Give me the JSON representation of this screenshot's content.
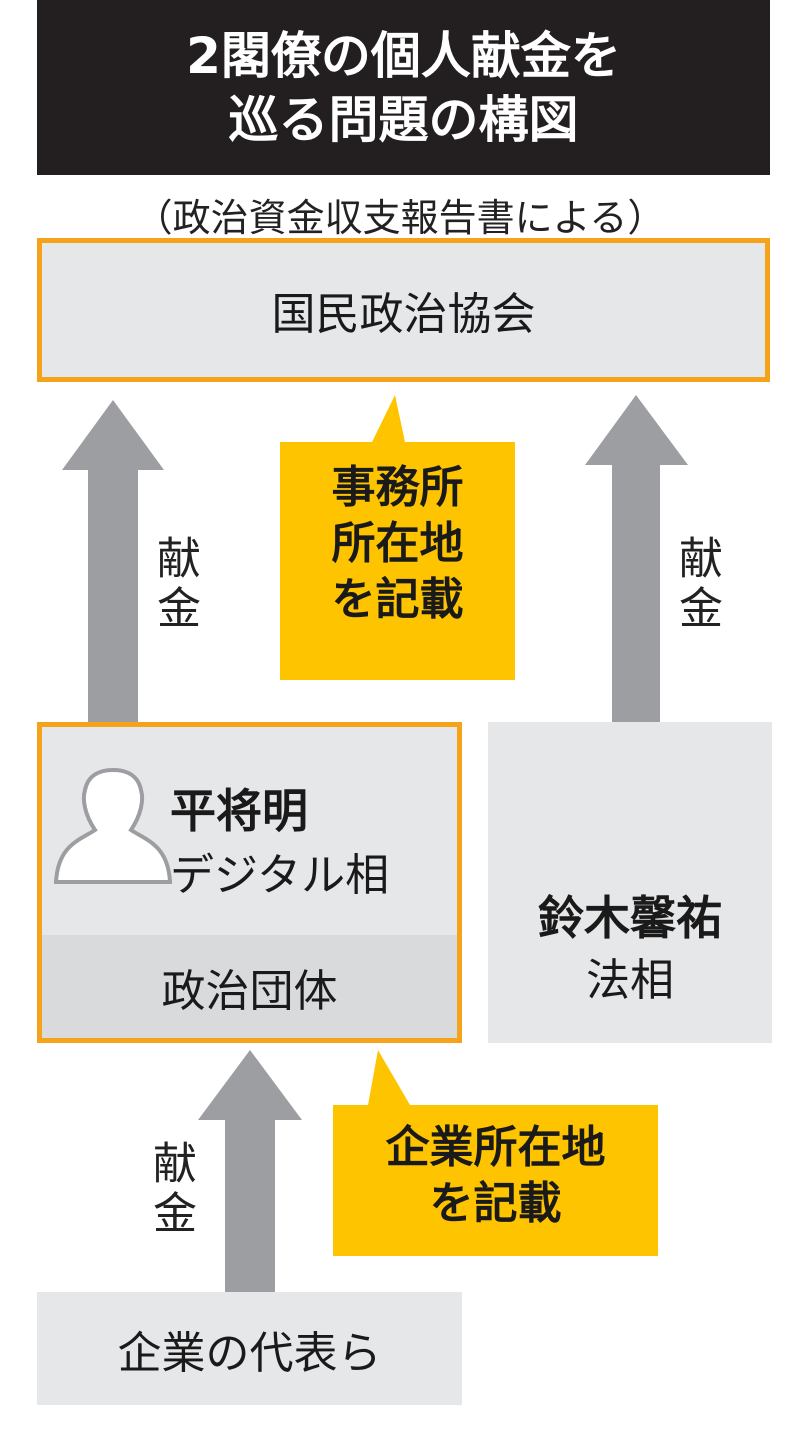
{
  "title": {
    "line1": "2閣僚の個人献金を",
    "line2": "巡る問題の構図"
  },
  "subtitle": "（政治資金収支報告書による）",
  "top_org": "国民政治協会",
  "donation_label": "献金",
  "callout_office": {
    "line1": "事務所",
    "line2": "所在地",
    "line3": "を記載"
  },
  "callout_company": {
    "line1": "企業所在地",
    "line2": "を記載"
  },
  "taira": {
    "name": "平将明",
    "role": "デジタル相",
    "group": "政治団体"
  },
  "suzuki": {
    "name": "鈴木馨祐",
    "role": "法相"
  },
  "company_reps": "企業の代表ら",
  "colors": {
    "title_bg": "#231f20",
    "accent_orange": "#f5a31a",
    "callout_yellow": "#ffc400",
    "box_gray": "#e6e7e9",
    "arrow_gray": "#9d9ea1"
  }
}
